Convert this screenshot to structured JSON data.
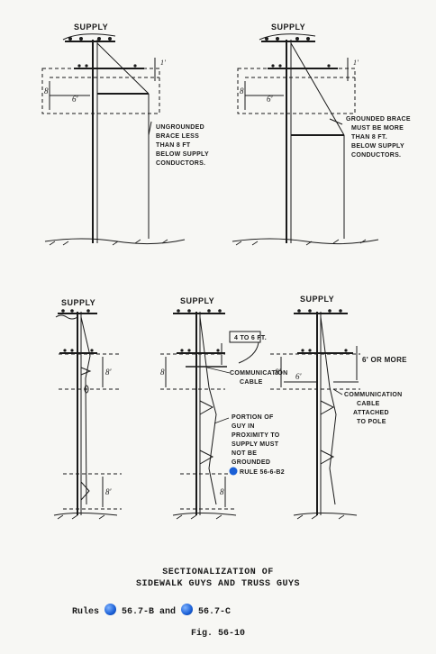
{
  "diagrams": [
    {
      "supply": "SUPPLY",
      "dim_top": "1'",
      "dim_side": "8'",
      "dim_horiz": "6'",
      "note": [
        "UNGROUNDED",
        "BRACE LESS",
        "THAN 8 FT",
        "BELOW SUPPLY",
        "CONDUCTORS."
      ]
    },
    {
      "supply": "SUPPLY",
      "dim_top": "1'",
      "dim_side": "8'",
      "dim_horiz": "6'",
      "note": [
        "GROUNDED BRACE",
        "MUST BE MORE",
        "THAN 8 FT.",
        "BELOW SUPPLY",
        "CONDUCTORS."
      ]
    },
    {
      "supply": "SUPPLY",
      "dim_upper": "8'",
      "dim_lower": "8'"
    },
    {
      "supply": "SUPPLY",
      "range": "4 TO 6 FT.",
      "dim_side": "8'",
      "dim_lower": "8'",
      "comm": [
        "COMMUNICATION",
        "CABLE"
      ],
      "note": [
        "PORTION OF",
        "GUY IN",
        "PROXIMITY TO",
        "SUPPLY MUST",
        "NOT BE",
        "GROUNDED"
      ],
      "rule_ref": "RULE 56-6-B2"
    },
    {
      "supply": "SUPPLY",
      "more": "6' OR MORE",
      "dim_side": "8'",
      "dim_horiz": "6'",
      "comm": [
        "COMMUNICATION",
        "CABLE",
        "ATTACHED",
        "TO POLE"
      ]
    }
  ],
  "caption": {
    "line1": "SECTIONALIZATION OF",
    "line2": "SIDEWALK GUYS AND TRUSS GUYS",
    "rules_prefix": "Rules",
    "rule1": "56.7-B and",
    "rule2": "56.7-C",
    "figure": "Fig. 56-10"
  },
  "colors": {
    "ink": "#1a1a1a",
    "marker": "#1a5fd6"
  }
}
